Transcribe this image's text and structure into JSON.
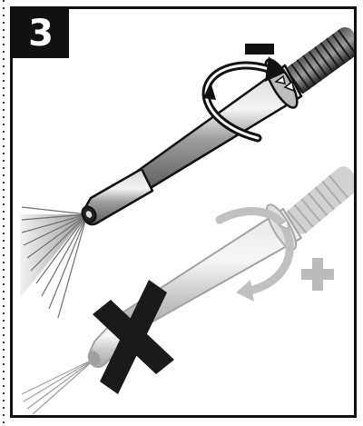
{
  "step": {
    "number": "3"
  },
  "instructions": {
    "correct": {
      "rotation_sign": "minus-sign",
      "rotation_direction": "counter-clockwise-arrow-icon"
    },
    "incorrect": {
      "rotation_sign": "plus-sign",
      "rotation_direction": "clockwise-arrow-icon",
      "marker": "cross-icon"
    }
  },
  "colors": {
    "frame": "#111111",
    "badge_background": "#111111",
    "badge_text": "#ffffff",
    "nozzle_steel": "#8e8e8e",
    "ghost_steel": "#c8c8c8",
    "spray": "#9a9a9a",
    "cross": "#1a1a1a"
  }
}
